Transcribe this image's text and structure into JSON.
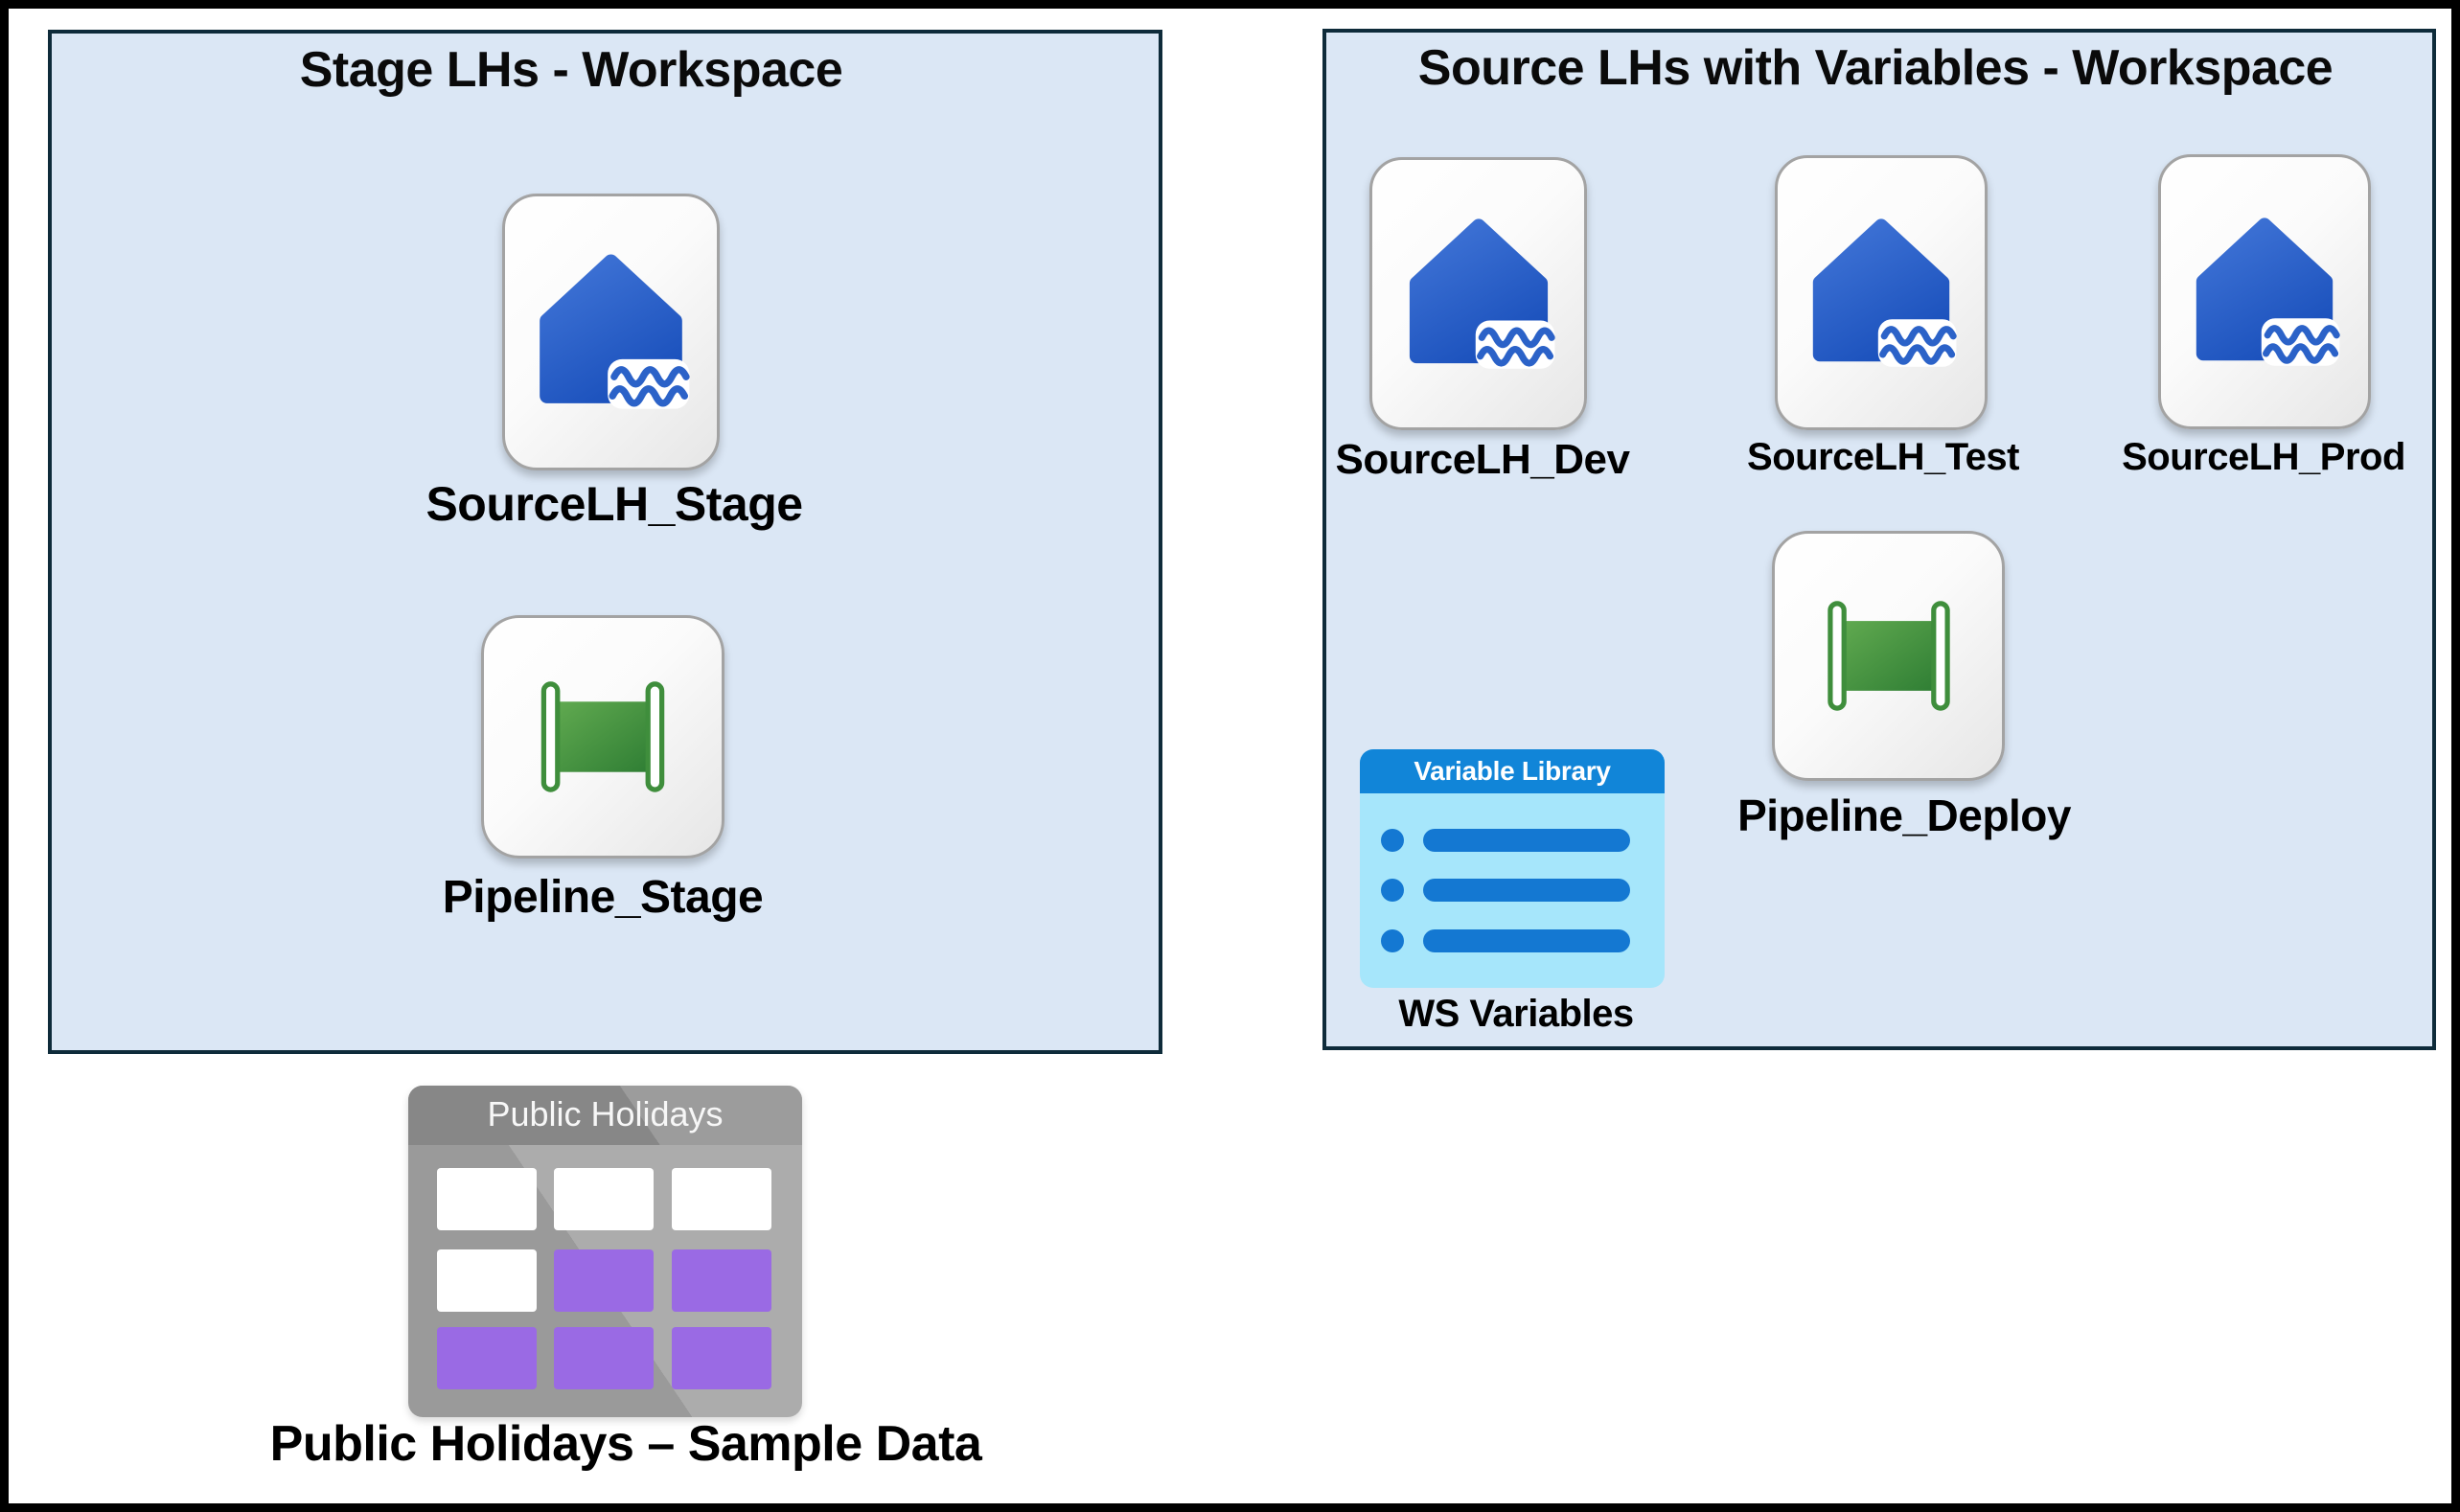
{
  "left_workspace": {
    "title": "Stage LHs - Workspace",
    "lakehouse": {
      "label": "SourceLH_Stage"
    },
    "pipeline": {
      "label": "Pipeline_Stage"
    }
  },
  "right_workspace": {
    "title": "Source LHs with Variables - Workspace",
    "lakehouses": [
      {
        "label": "SourceLH_Dev"
      },
      {
        "label": "SourceLH_Test"
      },
      {
        "label": "SourceLH_Prod"
      }
    ],
    "pipeline": {
      "label": "Pipeline_Deploy"
    },
    "variable_library": {
      "icon_title": "Variable Library",
      "label": "WS Variables"
    }
  },
  "sample_data": {
    "icon_title": "Public Holidays",
    "label": "Public Holidays – Sample Data"
  },
  "colors": {
    "workspace_fill": "#dbe7f5",
    "workspace_border": "#0e2b3a",
    "lakehouse_blue": "#2b62c8",
    "pipeline_green": "#3f8e3c",
    "variable_library_header_blue": "#1185d8",
    "variable_library_body": "#a6e6fb",
    "variable_library_bar_blue": "#1478d2",
    "table_header_gray": "#878787",
    "table_body_gray": "#a3a3a3",
    "table_purple": "#9a6ae4"
  }
}
